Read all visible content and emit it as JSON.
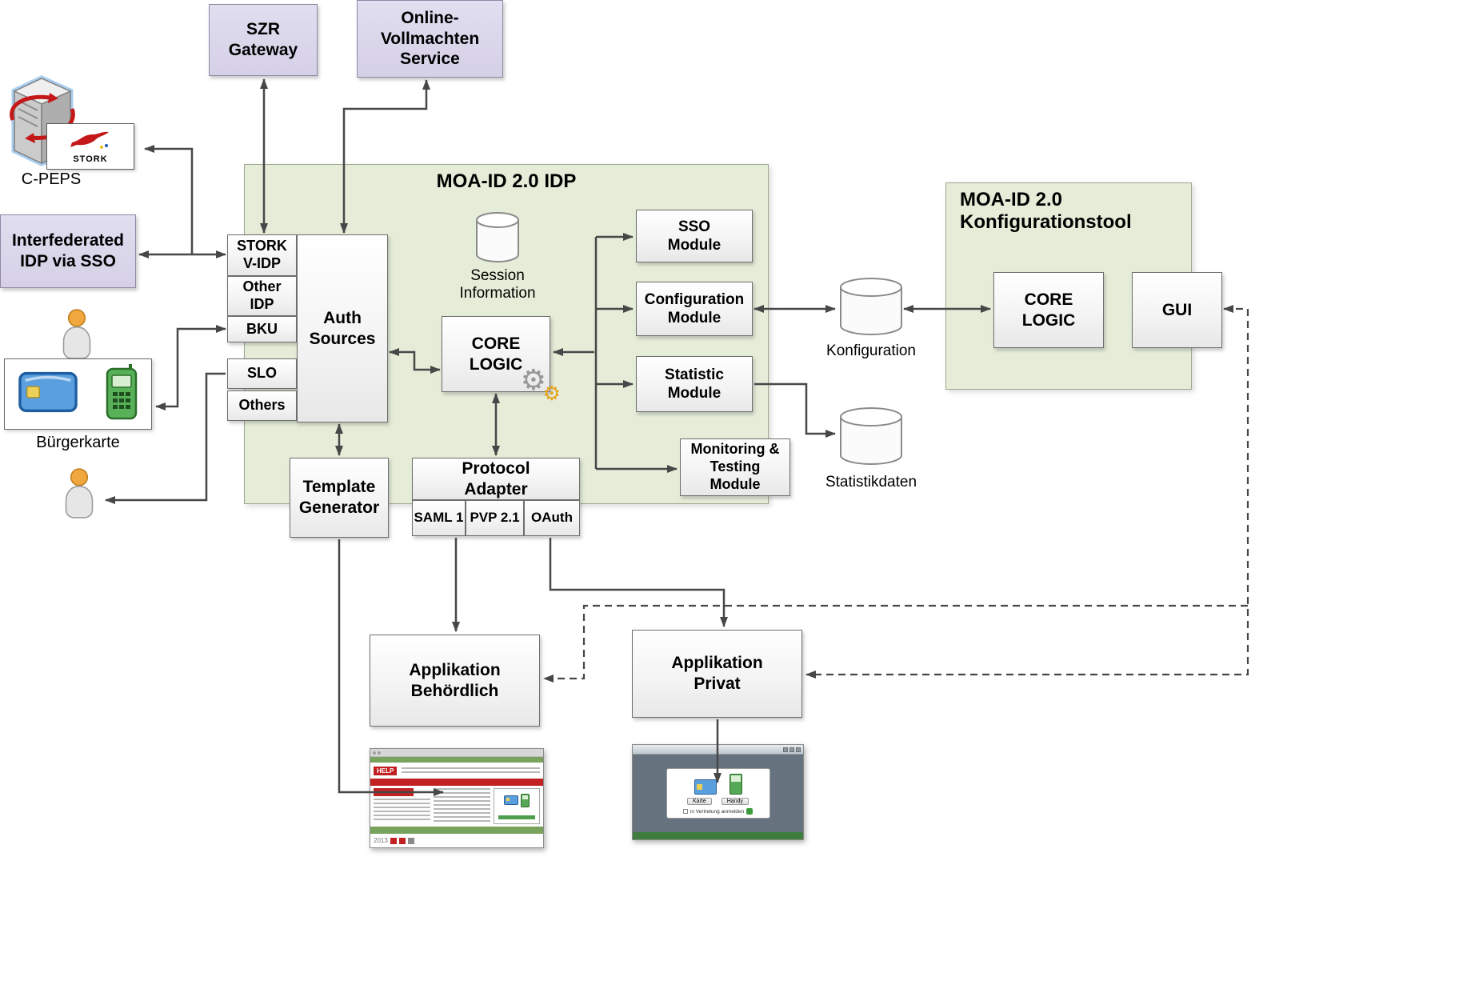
{
  "colors": {
    "container_green": "#e5edd8",
    "node_purple": "#dcd8e9",
    "arrow": "#474747",
    "stork_red": "#c41818"
  },
  "nodes": {
    "szr_gateway": {
      "label": "SZR\nGateway"
    },
    "online_vollmachten": {
      "label": "Online-\nVollmachten\nService"
    },
    "cpeps": {
      "label": "C-PEPS",
      "badge": "STORK"
    },
    "interfederated_idp": {
      "label": "Interfederated\nIDP via SSO"
    },
    "buergerkarte": {
      "label": "Bürgerkarte"
    },
    "idp_container": {
      "title": "MOA-ID 2.0 IDP"
    },
    "stork_vidp": {
      "label": "STORK\nV-IDP"
    },
    "other_idp": {
      "label": "Other\nIDP"
    },
    "bku": {
      "label": "BKU"
    },
    "slo": {
      "label": "SLO"
    },
    "others": {
      "label": "Others"
    },
    "auth_sources": {
      "label": "Auth\nSources"
    },
    "session_information": {
      "label": "Session\nInformation"
    },
    "core_logic": {
      "label": "CORE\nLOGIC"
    },
    "sso_module": {
      "label": "SSO\nModule"
    },
    "configuration_module": {
      "label": "Configuration\nModule"
    },
    "statistic_module": {
      "label": "Statistic\nModule"
    },
    "monitoring_module": {
      "label": "Monitoring &\nTesting\nModule"
    },
    "template_generator": {
      "label": "Template\nGenerator"
    },
    "protocol_adapter": {
      "label": "Protocol\nAdapter",
      "saml1": "SAML 1",
      "pvp21": "PVP 2.1",
      "oauth": "OAuth"
    },
    "konfiguration_db": {
      "label": "Konfiguration"
    },
    "statistikdaten_db": {
      "label": "Statistikdaten"
    },
    "konfigurationstool": {
      "title": "MOA-ID 2.0\nKonfigurationstool",
      "core_logic_label": "CORE\nLOGIC",
      "gui_label": "GUI"
    },
    "app_behoerdlich": {
      "label": "Applikation\nBehördlich"
    },
    "app_privat": {
      "label": "Applikation\nPrivat"
    }
  },
  "screenshots": {
    "help_portal": {
      "logo": "HELP",
      "year": "2013"
    },
    "login_dialog": {
      "karte_button": "Karte",
      "handy_button": "Handy",
      "checkbox_label": "in Vertretung anmelden"
    }
  }
}
